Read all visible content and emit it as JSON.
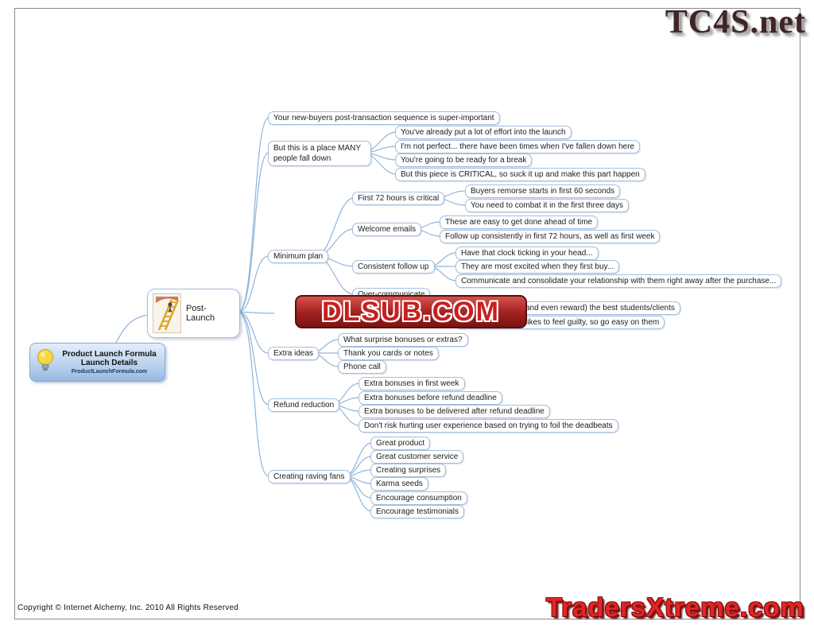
{
  "watermarks": {
    "tc4s": "TC4S.net",
    "dlsub": "DLSUB.COM",
    "traders": "TradersXtreme.com"
  },
  "footer": {
    "copyright": "Copyright ©  Internet Alchemy, Inc.  2010 All Rights Reserved"
  },
  "root": {
    "line1": "Product Launch Formula",
    "line2": "Launch  Details",
    "site": "ProductLaunchFormula.com"
  },
  "central": {
    "label": "Post-Launch"
  },
  "colors": {
    "branch_line": "#8fb4dc",
    "node_border": "#a3bedd",
    "watermark_red": "#e52424"
  },
  "nodes": {
    "superImportant": "Your new-buyers post-transaction sequence is super-important",
    "fallDown": "But this is a place MANY people fall down",
    "effortLaunch": "You've already put a lot of effort into the launch",
    "notPerfect": "I'm not perfect... there have been times when I've fallen down here",
    "readyBreak": "You're going to be ready for a break",
    "critical": "But this piece is CRITICAL, so suck it up and make this part happen",
    "minimumPlan": "Minimum plan",
    "first72": "First 72 hours is critical",
    "buyersRemorse": "Buyers remorse starts in first 60 seconds",
    "combatThreeDays": "You need to combat it in the first three days",
    "welcomeEmails": "Welcome emails",
    "easyAhead": "These are easy to get done ahead of time",
    "followUp72": "Follow up consistently in first 72 hours, as well as first week",
    "consistentFollowUp": "Consistent follow up",
    "clockTicking": "Have that clock ticking in your head...",
    "mostExcited": "They are most excited when they first buy...",
    "communicateConsolidate": "Communicate and consolidate your relationship with them right away after the purchase...",
    "overCommunicate": "Over-communicate",
    "partialReward": "and even reward) the best students/clients",
    "partialGuilty": "likes to feel guilty, so go easy on them",
    "extraIdeas": "Extra ideas",
    "surpriseBonuses": "What surprise bonuses or extras?",
    "thankYouCards": "Thank you cards or notes",
    "phoneCall": "Phone call",
    "refundReduction": "Refund reduction",
    "bonusesFirstWeek": "Extra bonuses in first week",
    "bonusesBeforeDeadline": "Extra bonuses before refund deadline",
    "bonusesAfterDeadline": "Extra bonuses to be delivered after refund deadline",
    "dontRiskUser": "Don't risk hurting user experience based on trying to foil the deadbeats",
    "ravingFans": "Creating raving fans",
    "greatProduct": "Great product",
    "greatCustomerService": "Great customer service",
    "creatingSurprises": "Creating surprises",
    "karmaSeeds": "Karma seeds",
    "encourageConsumption": "Encourage consumption",
    "encourageTestimonials": "Encourage testimonials"
  }
}
